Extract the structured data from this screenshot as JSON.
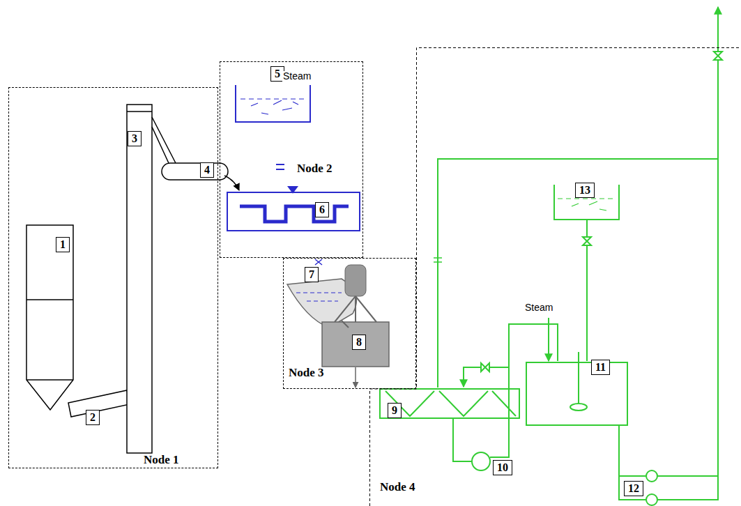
{
  "diagram": {
    "nodes": [
      {
        "text": [
          "Node 1"
        ]
      },
      {
        "text": [
          "Node 2"
        ]
      },
      {
        "text": [
          "Node 3"
        ]
      },
      {
        "text": [
          "Node 4"
        ]
      }
    ],
    "labels": [
      "1",
      "2",
      "3",
      "4",
      "5",
      "6",
      "7",
      "8",
      "9",
      "10",
      "11",
      "12",
      "13",
      "Steam",
      "Steam"
    ]
  }
}
